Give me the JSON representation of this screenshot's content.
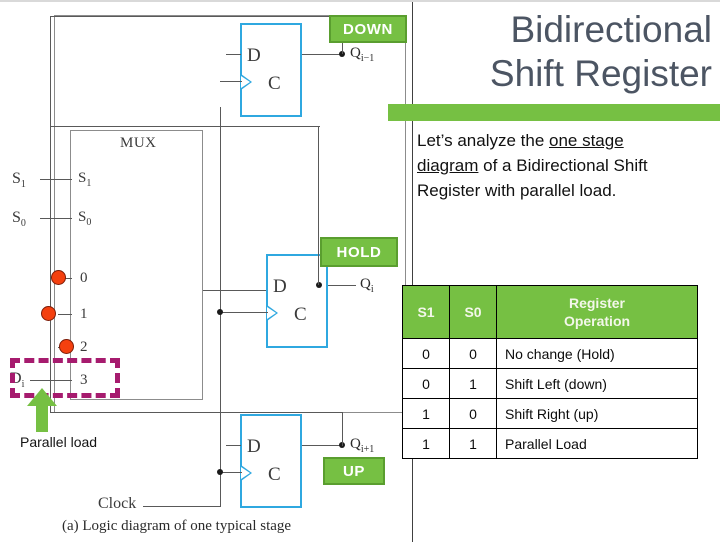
{
  "slide": {
    "title_line1": "Bidirectional",
    "title_line2": "Shift Register",
    "title_color": "#4c5563",
    "accent_green": "#76c043",
    "body_text_pre": "Let’s analyze the ",
    "body_text_underlined": "one stage diagram",
    "body_text_post": " of a Bidirectional Shift Register with parallel load."
  },
  "badges": {
    "down": "DOWN",
    "hold": "HOLD",
    "up": "UP"
  },
  "figure": {
    "mux_label": "MUX",
    "caption": "(a) Logic diagram of one typical stage",
    "parallel_load_annotation": "Parallel load",
    "clock_label": "Clock",
    "signal_labels": [
      "S",
      "S"
    ],
    "signal_s1": "S",
    "signal_s1_sub": "1",
    "signal_s0": "S",
    "signal_s0_sub": "0",
    "mux_pin_s1": "S",
    "mux_pin_s1_sub": "1",
    "mux_pin_s0": "S",
    "mux_pin_s0_sub": "0",
    "mux_data_pins": [
      "0",
      "1",
      "2",
      "3"
    ],
    "di_label": "D",
    "di_sub": "i",
    "flipflops": [
      {
        "d": "D",
        "c": "C",
        "q": "Q",
        "q_sub": "i−1"
      },
      {
        "d": "D",
        "c": "C",
        "q": "Q",
        "q_sub": "i"
      },
      {
        "d": "D",
        "c": "C",
        "q": "Q",
        "q_sub": "i+1"
      }
    ],
    "dot_color": "#f4400f",
    "dashed_box_color": "#a61b6e",
    "arrow_color": "#76c043",
    "ff_border_color": "#2fa8e0"
  },
  "table": {
    "headers": [
      "S1",
      "S0",
      "Register Operation"
    ],
    "header_line1": "Register",
    "header_line2": "Operation",
    "rows": [
      {
        "s1": "0",
        "s0": "0",
        "operation": "No change (Hold)"
      },
      {
        "s1": "0",
        "s0": "1",
        "operation": "Shift Left (down)"
      },
      {
        "s1": "1",
        "s0": "0",
        "operation": "Shift Right (up)"
      },
      {
        "s1": "1",
        "s0": "1",
        "operation": "Parallel Load"
      }
    ]
  }
}
